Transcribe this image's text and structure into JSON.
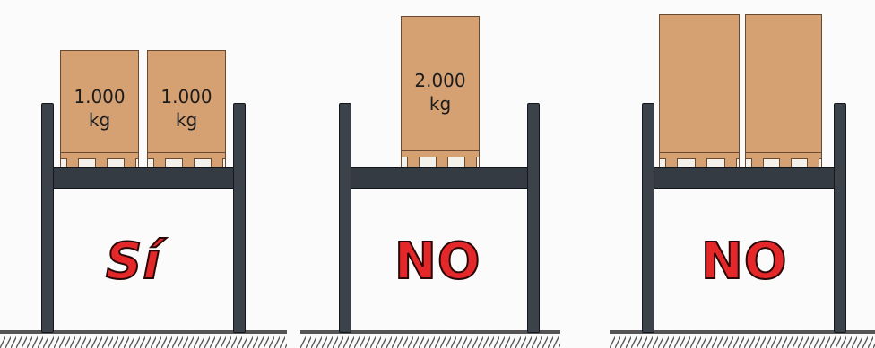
{
  "colors": {
    "box": "#d5a172",
    "rack": "#3b424a",
    "verdict": "#e4282a"
  },
  "panels": [
    {
      "boxes": [
        {
          "label": "1.000 kg"
        },
        {
          "label": "1.000 kg"
        }
      ],
      "verdict": "Sí"
    },
    {
      "boxes": [
        {
          "label": "2.000 kg"
        }
      ],
      "verdict": "NO"
    },
    {
      "boxes": [
        {
          "label": ""
        },
        {
          "label": ""
        }
      ],
      "verdict": "NO"
    }
  ]
}
